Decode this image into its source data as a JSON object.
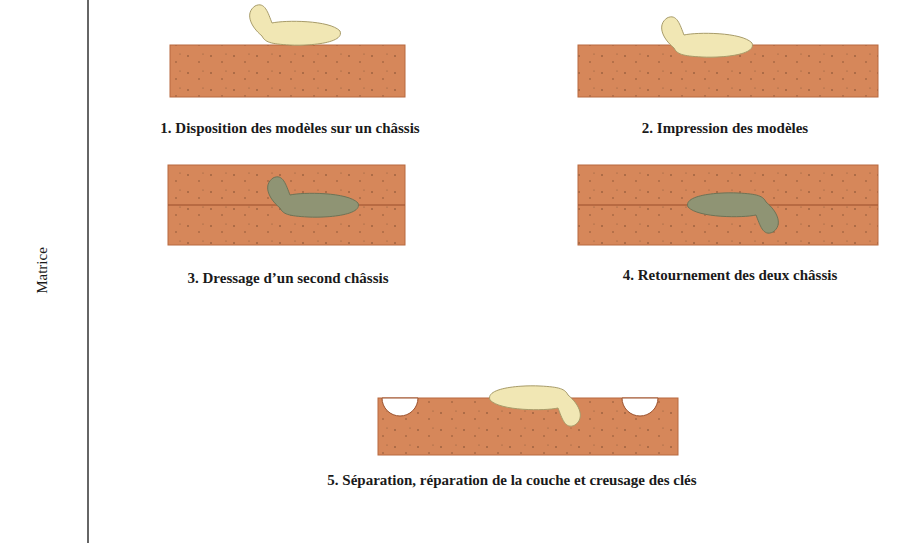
{
  "diagram": {
    "labels": [
      "Matrice",
      "1. Disposition des modèles sur un châssis",
      "2. Impression des modèles",
      "3. Dressage d’un second châssis",
      "4. Retournement des deux châssis",
      "5. Séparation, réparation de la couche et creusage des clés"
    ]
  }
}
